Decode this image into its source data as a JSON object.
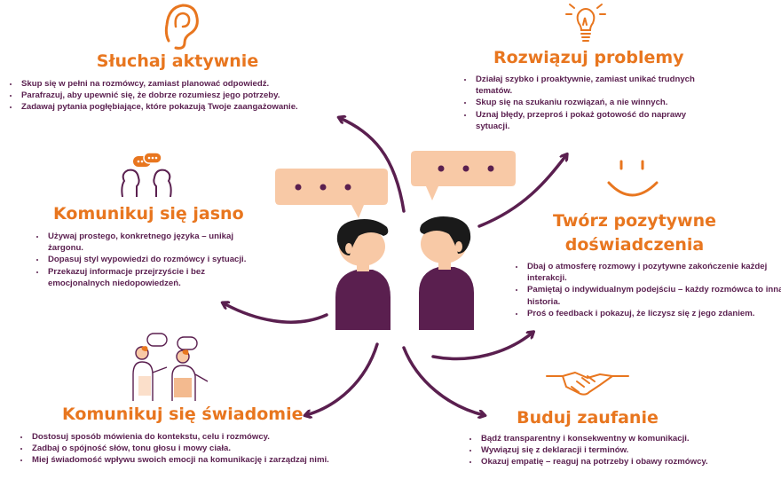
{
  "sections": {
    "listen": {
      "title": "Słuchaj aktywnie",
      "items": [
        "Skup się w pełni na rozmówcy, zamiast planować odpowiedź.",
        "Parafrazuj, aby upewnić się, że dobrze rozumiesz jego potrzeby.",
        "Zadawaj pytania pogłębiające, które pokazują Twoje zaangażowanie."
      ]
    },
    "solve": {
      "title": "Rozwiązuj problemy",
      "items": [
        "Działaj szybko i proaktywnie, zamiast unikać trudnych tematów.",
        "Skup się na szukaniu rozwiązań, a nie winnych.",
        "Uznaj błędy, przeproś i pokaż gotowość do naprawy sytuacji."
      ]
    },
    "clear": {
      "title": "Komunikuj się jasno",
      "items": [
        "Używaj prostego, konkretnego języka – unikaj żargonu.",
        "Dopasuj styl wypowiedzi do rozmówcy i sytuacji.",
        "Przekazuj informacje przejrzyście i bez emocjonalnych niedopowiedzeń."
      ]
    },
    "positive": {
      "title_line1": "Twórz pozytywne",
      "title_line2": "doświadczenia",
      "items": [
        "Dbaj o atmosferę rozmowy i pozytywne zakończenie każdej interakcji.",
        "Pamiętaj o indywidualnym podejściu – każdy rozmówca to inna historia.",
        "Proś o feedback i pokazuj, że liczysz się z jego zdaniem."
      ]
    },
    "mindful": {
      "title": "Komunikuj się świadomie",
      "items": [
        "Dostosuj sposób mówienia do kontekstu, celu i rozmówcy.",
        "Zadbaj o spójność słów, tonu głosu i mowy ciała.",
        "Miej świadomość wpływu swoich emocji na komunikację i zarządzaj nimi."
      ]
    },
    "trust": {
      "title": "Buduj zaufanie",
      "items": [
        "Bądź transparentny i konsekwentny w komunikacji.",
        "Wywiązuj się z deklaracji i terminów.",
        "Okazuj empatię – reaguj na potrzeby i obawy rozmówcy."
      ]
    }
  },
  "colors": {
    "accent": "#e8761f",
    "text": "#5a1f4f",
    "bubble": "#f8c9a6",
    "shirt": "#5a1f4f",
    "skin": "#f8c9a6",
    "hair": "#1a1a1a"
  },
  "icons": [
    "ear-icon",
    "lightbulb-icon",
    "chat-heads-icon",
    "smile-icon",
    "people-talking-icon",
    "handshake-icon"
  ]
}
